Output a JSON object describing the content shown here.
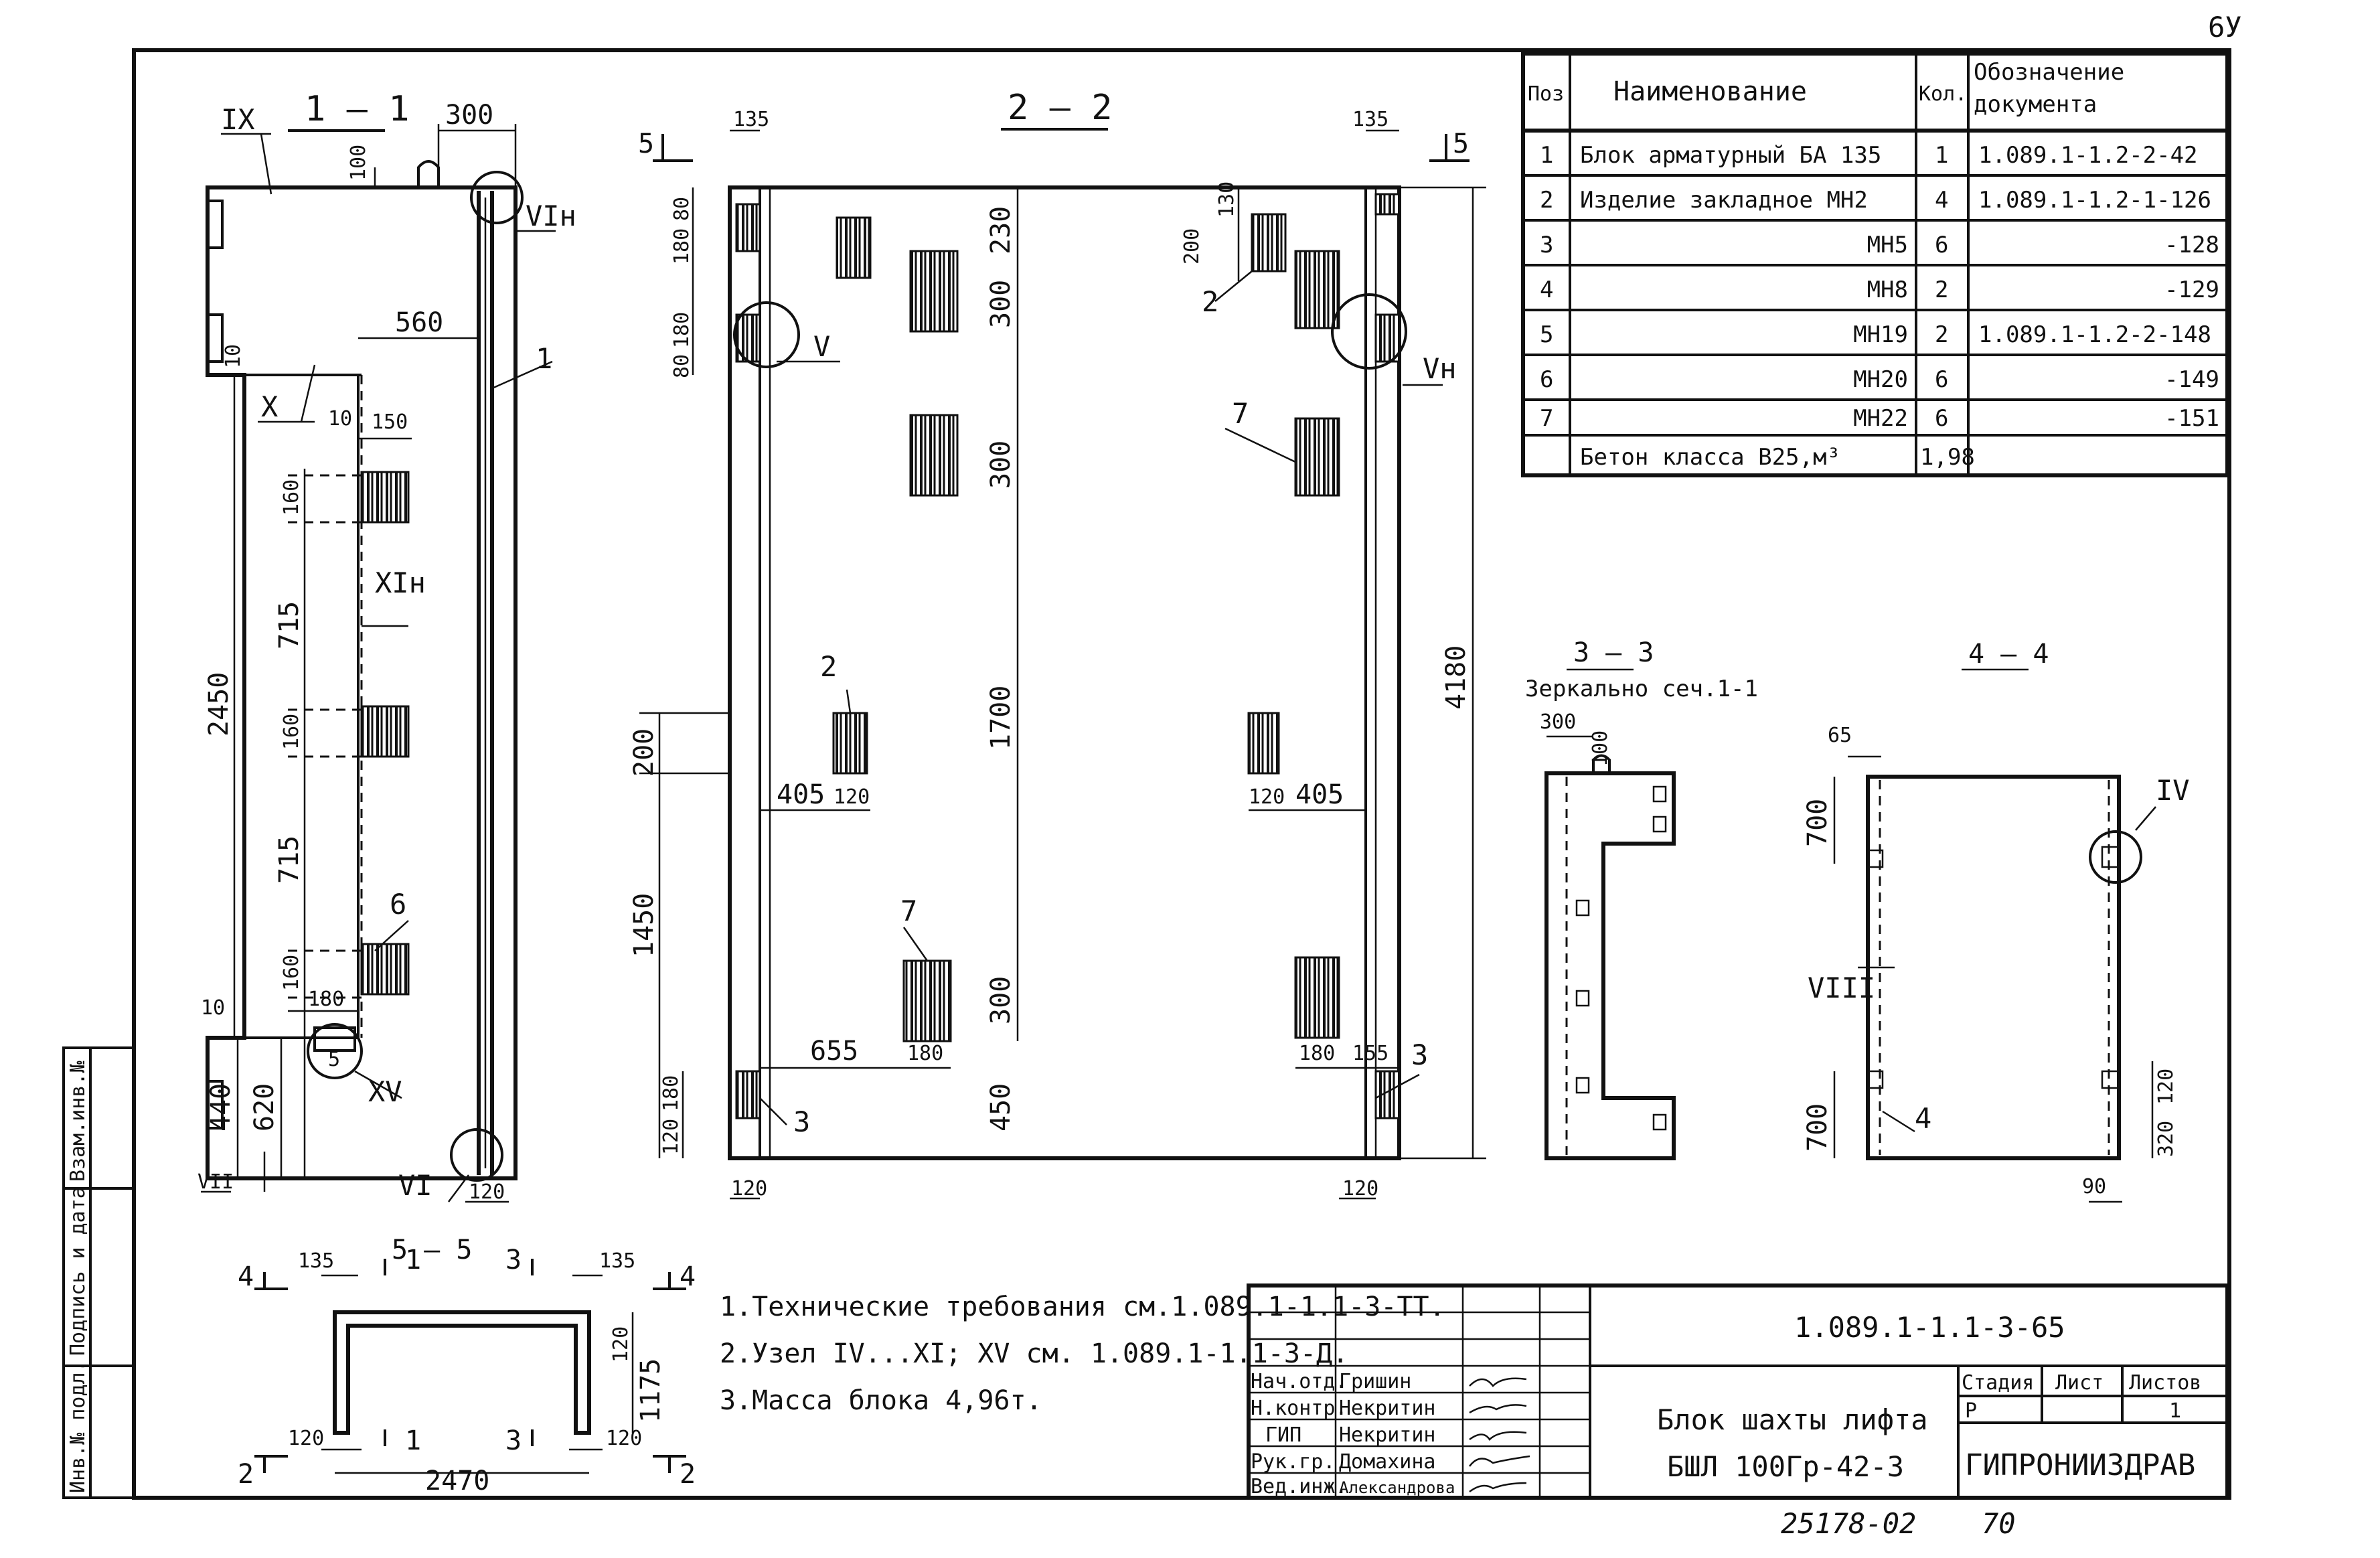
{
  "sheet_corner": "6У",
  "spec_table": {
    "headers": {
      "pos": "Поз.",
      "name": "Наименование",
      "qty": "Кол.",
      "doc": "Обозначение документа"
    },
    "rows": [
      {
        "pos": "1",
        "name": "Блок арматурный БА 135",
        "qty": "1",
        "doc": "1.089.1-1.2-2-42"
      },
      {
        "pos": "2",
        "name": "Изделие закладное МН2",
        "qty": "4",
        "doc": "1.089.1-1.2-1-126"
      },
      {
        "pos": "3",
        "name": "МН5",
        "qty": "6",
        "doc": "-128"
      },
      {
        "pos": "4",
        "name": "МН8",
        "qty": "2",
        "doc": "-129"
      },
      {
        "pos": "5",
        "name": "МН19",
        "qty": "2",
        "doc": "1.089.1-1.2-2-148"
      },
      {
        "pos": "6",
        "name": "МН20",
        "qty": "6",
        "doc": "-149"
      },
      {
        "pos": "7",
        "name": "МН22",
        "qty": "6",
        "doc": "-151"
      },
      {
        "pos": "",
        "name": "Бетон класса В25,м³",
        "qty": "1,98",
        "doc": ""
      }
    ]
  },
  "section_titles": {
    "s11": "1 — 1",
    "s22": "2 — 2",
    "s33": "3 — 3",
    "s33_note": "Зеркально сеч.1-1",
    "s44": "4 — 4",
    "s55": "5 — 5"
  },
  "section_marks": {
    "five": "5",
    "four": "4",
    "two": "2",
    "one": "1",
    "three": "3"
  },
  "nodes": {
    "ix": "IX",
    "x": "X",
    "xi_n": "XIн",
    "vi_n": "VIн",
    "vi": "VI",
    "vii": "VII",
    "xv": "XV",
    "v": "V",
    "v_n": "Vн",
    "iv": "IV",
    "viii": "VIII"
  },
  "positions": {
    "p1": "1",
    "p2": "2",
    "p3": "3",
    "p4": "4",
    "p5": "5",
    "p6": "6",
    "p7": "7"
  },
  "dims": {
    "d300": "300",
    "d100": "100",
    "d560": "560",
    "d10": "10",
    "d150": "150",
    "d160": "160",
    "d715": "715",
    "d2450": "2450",
    "d180": "180",
    "d440": "440",
    "d620": "620",
    "d120": "120",
    "d135": "135",
    "d80": "80",
    "d230": "230",
    "d200": "200",
    "d130": "130",
    "d1700": "1700",
    "d1450": "1450",
    "d405": "405",
    "d655": "655",
    "d450": "450",
    "d155": "155",
    "d4180": "4180",
    "d65": "65",
    "d700": "700",
    "d320": "320",
    "d90": "90",
    "d1175": "1175",
    "d2470": "2470"
  },
  "notes": [
    "1.Технические требования см.1.089.1-1.1-3-ТТ.",
    "2.Узел IV...XI; XV см. 1.089.1-1.1-3-Д.",
    "3.Масса блока 4,96т."
  ],
  "title_block": {
    "code": "1.089.1-1.1-3-65",
    "name_line1": "Блок шахты лифта",
    "name_line2": "БШЛ 100Гр-42-3",
    "stage_label": "Стадия",
    "sheet_label": "Лист",
    "sheets_label": "Листов",
    "stage": "Р",
    "sheet": "",
    "sheets": "1",
    "org": "ГИПРОНИИЗДРАВ",
    "signatures": [
      {
        "role": "Нач.отд.",
        "name": "Гришин"
      },
      {
        "role": "Н.контр.",
        "name": "Некритин"
      },
      {
        "role": "ГИП",
        "name": "Некритин"
      },
      {
        "role": "Рук.гр.",
        "name": "Домахина"
      },
      {
        "role": "Вед.инж.",
        "name": "Александрова"
      }
    ]
  },
  "side_stamp": [
    "Инв.№ подл.",
    "Подпись и дата",
    "Взам.инв.№"
  ],
  "footer": {
    "number": "25178-02",
    "page": "70"
  }
}
